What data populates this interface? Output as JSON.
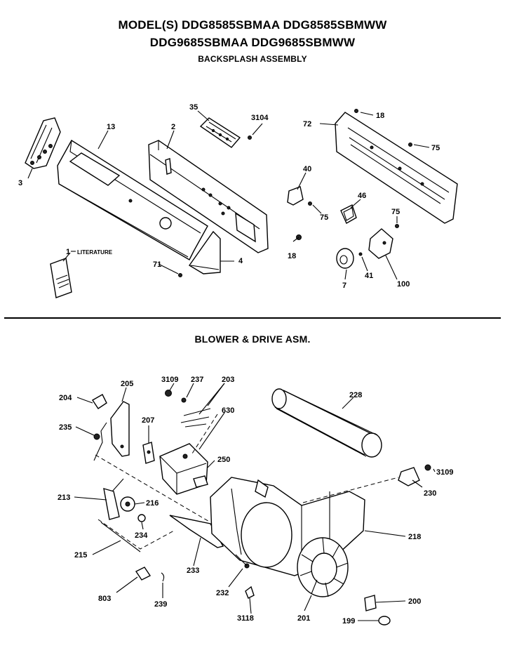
{
  "header": {
    "line1": "MODEL(S) DDG8585SBMAA DDG8585SBMWW",
    "line2": "DDG9685SBMAA DDG9685SBMWW",
    "section1": "BACKSPLASH ASSEMBLY",
    "section2": "BLOWER & DRIVE ASM."
  },
  "callouts": {
    "c35": "35",
    "c3104": "3104",
    "c72": "72",
    "c18a": "18",
    "c75a": "75",
    "c13": "13",
    "c2": "2",
    "c3": "3",
    "c40": "40",
    "c46": "46",
    "c75b": "75",
    "c75c": "75",
    "c18b": "18",
    "c1": "1",
    "literature": "LITERATURE",
    "c71": "71",
    "c4": "4",
    "c7": "7",
    "c41": "41",
    "c100": "100",
    "c3109a": "3109",
    "c237": "237",
    "c203": "203",
    "c205": "205",
    "c204": "204",
    "c630": "630",
    "c228": "228",
    "c235": "235",
    "c207": "207",
    "c250": "250",
    "c3109b": "3109",
    "c230": "230",
    "c213": "213",
    "c216": "216",
    "c234": "234",
    "c218": "218",
    "c215": "215",
    "c233": "233",
    "c232": "232",
    "c200": "200",
    "c803": "803",
    "c239": "239",
    "c3118": "3118",
    "c201": "201",
    "c199": "199"
  }
}
